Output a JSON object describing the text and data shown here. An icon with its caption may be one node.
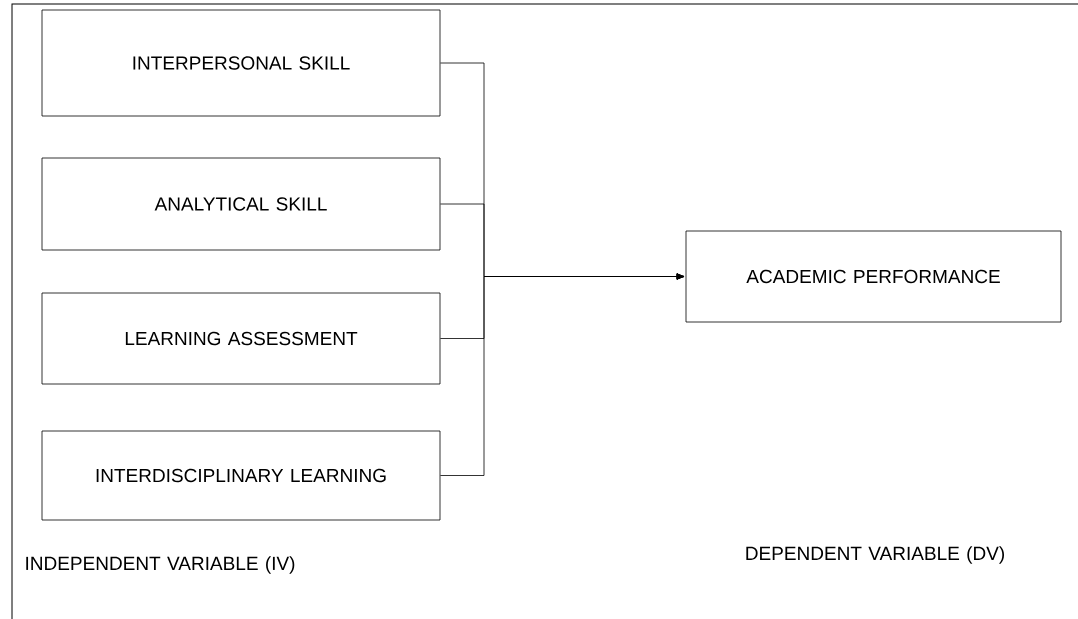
{
  "diagram": {
    "nodes": [
      {
        "text": [
          "INTERPERSONAL SKILL"
        ]
      },
      {
        "text": [
          "ANALYTICAL SKILL"
        ]
      },
      {
        "text": [
          "LEARNING ASSESSMENT"
        ]
      },
      {
        "text": [
          "INTERDISCIPLINARY LEARNING"
        ]
      },
      {
        "text": [
          "ACADEMIC PERFORMANCE"
        ]
      }
    ],
    "edges": [
      {
        "from": 0,
        "to": 4,
        "arrow": "to"
      },
      {
        "from": 1,
        "to": 4,
        "arrow": "to"
      },
      {
        "from": 2,
        "to": 4,
        "arrow": "to"
      },
      {
        "from": 3,
        "to": 4,
        "arrow": "to"
      }
    ],
    "labels": [
      "INDEPENDENT VARIABLE (IV)",
      "DEPENDENT VARIABLE (DV)"
    ]
  }
}
